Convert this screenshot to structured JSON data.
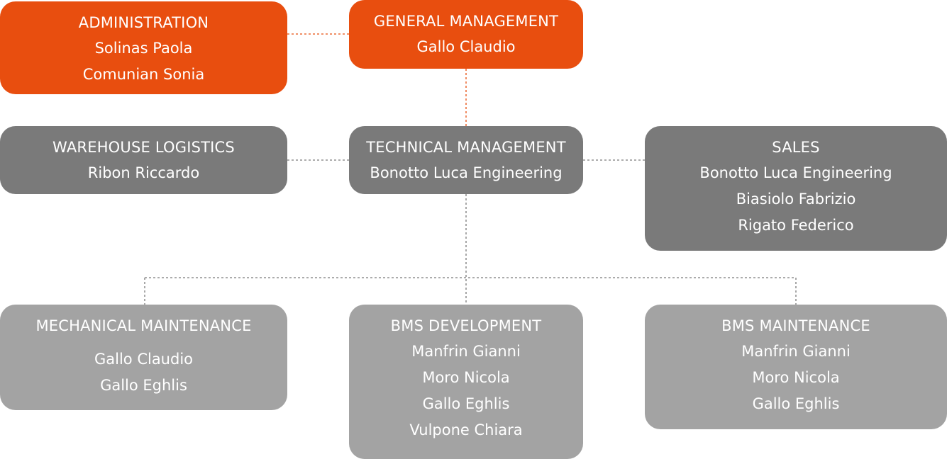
{
  "colors": {
    "head": "#e84e0f",
    "mid": "#7a7a7a",
    "team": "#a3a3a3",
    "connector": "#e84e0f",
    "connector_gray": "#7a7a7a"
  },
  "nodes": {
    "administration": {
      "title": "ADMINISTRATION",
      "members": [
        "Solinas Paola",
        "Comunian Sonia"
      ]
    },
    "general_management": {
      "title": "GENERAL MANAGEMENT",
      "members": [
        "Gallo Claudio"
      ]
    },
    "warehouse_logistics": {
      "title": "WAREHOUSE LOGISTICS",
      "members": [
        "Ribon Riccardo"
      ]
    },
    "technical_management": {
      "title": "TECHNICAL MANAGEMENT",
      "members": [
        "Bonotto Luca Engineering"
      ]
    },
    "sales": {
      "title": "SALES",
      "members": [
        "Bonotto Luca Engineering",
        "Biasiolo Fabrizio",
        "Rigato Federico"
      ]
    },
    "mechanical_maintenance": {
      "title": "MECHANICAL MAINTENANCE",
      "members": [
        "Gallo Claudio",
        "Gallo Eghlis"
      ]
    },
    "bms_development": {
      "title": "BMS DEVELOPMENT",
      "members": [
        "Manfrin Gianni",
        "Moro Nicola",
        "Gallo Eghlis",
        "Vulpone Chiara"
      ]
    },
    "bms_maintenance": {
      "title": "BMS MAINTENANCE",
      "members": [
        "Manfrin Gianni",
        "Moro Nicola",
        "Gallo Eghlis"
      ]
    }
  }
}
